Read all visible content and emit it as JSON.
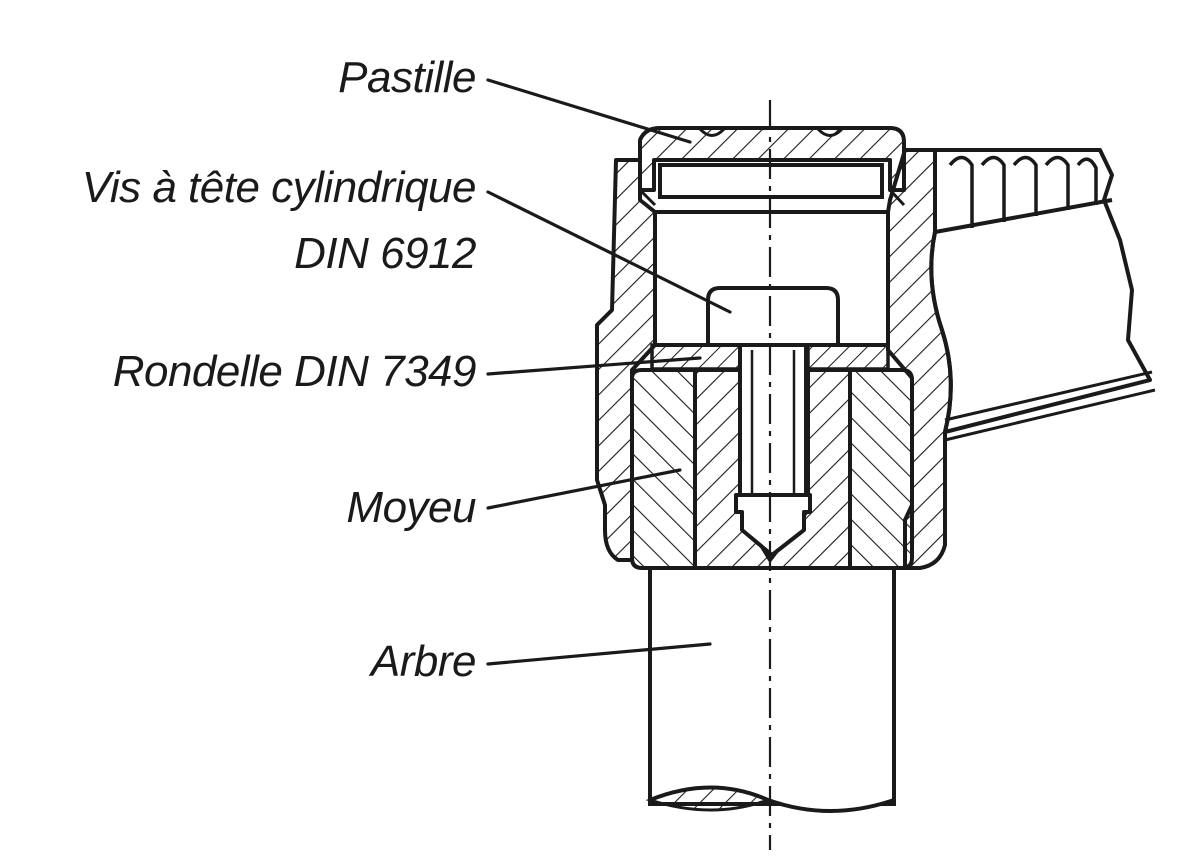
{
  "labels": {
    "pastille": "Pastille",
    "vis_line1": "Vis à tête cylindrique",
    "vis_line2": "DIN 6912",
    "rondelle": "Rondelle DIN 7349",
    "moyeu": "Moyeu",
    "arbre": "Arbre"
  },
  "colors": {
    "ink": "#1a1a1a",
    "background": "#ffffff"
  }
}
